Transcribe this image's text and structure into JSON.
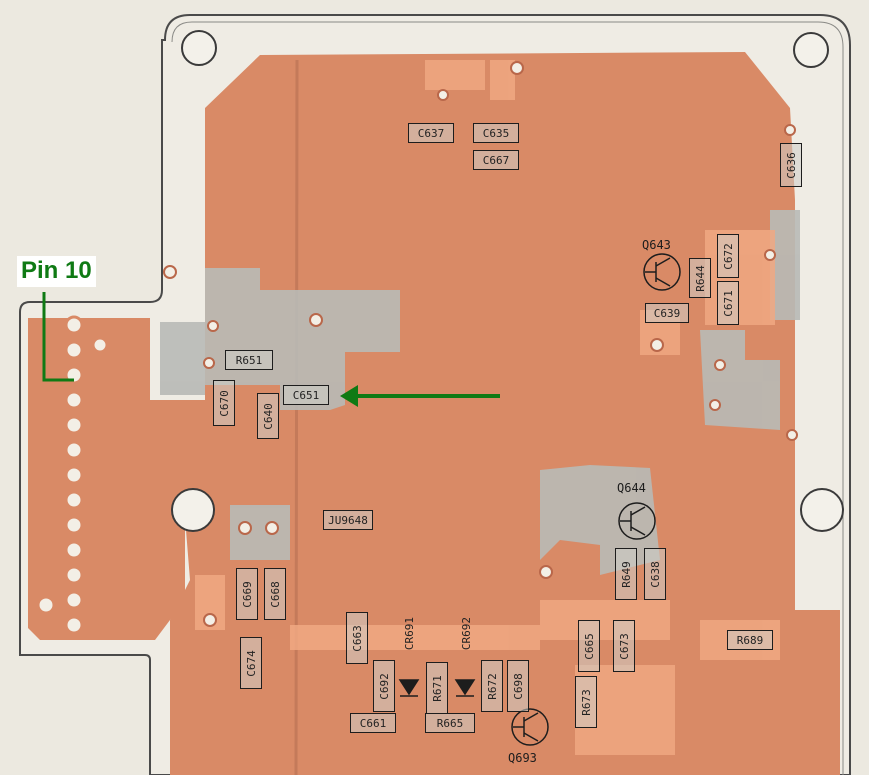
{
  "pin_label": "Pin 10",
  "colors": {
    "paper": "#ece9e0",
    "copper": "#d98a66",
    "copper_dark": "#c67a58",
    "silkscreen_grey": "#b8bab6",
    "outline": "#4a4a4a",
    "annotation": "#0f7a14"
  },
  "components": [
    {
      "ref": "C637",
      "orientation": "h"
    },
    {
      "ref": "C635",
      "orientation": "h"
    },
    {
      "ref": "C667",
      "orientation": "h"
    },
    {
      "ref": "C636",
      "orientation": "v"
    },
    {
      "ref": "R644",
      "orientation": "v"
    },
    {
      "ref": "C672",
      "orientation": "v"
    },
    {
      "ref": "C671",
      "orientation": "v"
    },
    {
      "ref": "C639",
      "orientation": "h"
    },
    {
      "ref": "R651",
      "orientation": "h"
    },
    {
      "ref": "C670",
      "orientation": "v"
    },
    {
      "ref": "C640",
      "orientation": "v"
    },
    {
      "ref": "C651",
      "orientation": "h"
    },
    {
      "ref": "JU9648",
      "orientation": "h"
    },
    {
      "ref": "R649",
      "orientation": "v"
    },
    {
      "ref": "C638",
      "orientation": "v"
    },
    {
      "ref": "C669",
      "orientation": "v"
    },
    {
      "ref": "C668",
      "orientation": "v"
    },
    {
      "ref": "C674",
      "orientation": "v"
    },
    {
      "ref": "C663",
      "orientation": "v"
    },
    {
      "ref": "C692",
      "orientation": "v"
    },
    {
      "ref": "R671",
      "orientation": "v"
    },
    {
      "ref": "R672",
      "orientation": "v"
    },
    {
      "ref": "C698",
      "orientation": "v"
    },
    {
      "ref": "C665",
      "orientation": "v"
    },
    {
      "ref": "C673",
      "orientation": "v"
    },
    {
      "ref": "R673",
      "orientation": "v"
    },
    {
      "ref": "R689",
      "orientation": "h"
    },
    {
      "ref": "C661",
      "orientation": "h"
    },
    {
      "ref": "R665",
      "orientation": "h"
    }
  ],
  "diodes": [
    "CR691",
    "CR692"
  ],
  "transistors": [
    "Q643",
    "Q644",
    "Q693"
  ]
}
